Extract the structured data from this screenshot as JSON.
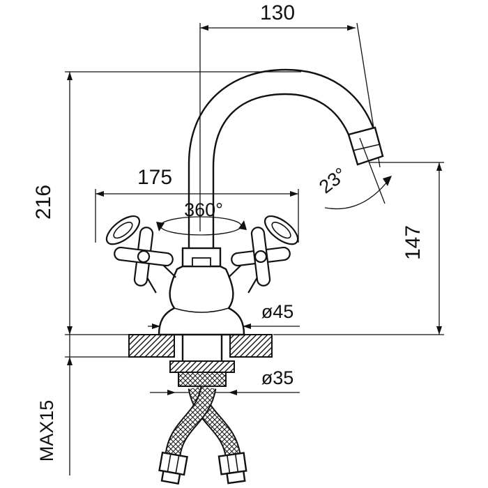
{
  "drawing": {
    "type": "technical-dimension-drawing",
    "subject": "two-handle kitchen faucet with swivel gooseneck spout and braided supply hoses",
    "labels": {
      "top_width": "130",
      "handle_span": "175",
      "swivel_angle": "360°",
      "spout_angle": "23°",
      "total_height": "216",
      "spout_height": "147",
      "base_diameter": "ø45",
      "shank_diameter": "ø35",
      "max_mount_thickness": "MAX15"
    },
    "colors": {
      "line": "#111111",
      "background": "#ffffff"
    }
  }
}
